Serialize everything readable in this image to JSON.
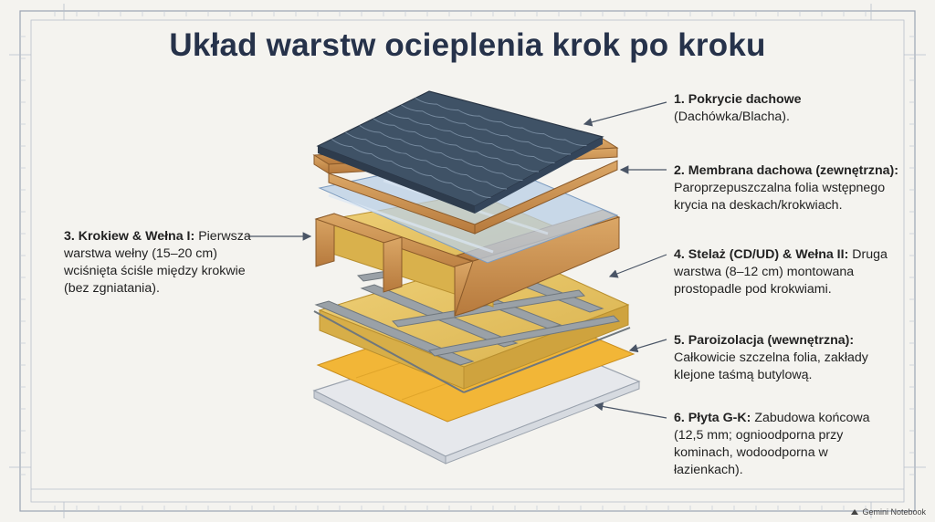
{
  "title": "Układ warstw ocieplenia krok po kroku",
  "labels": [
    {
      "heading": "1. Pokrycie dachowe",
      "text": "(Dachówka/Blacha)."
    },
    {
      "heading": "2. Membrana dachowa (zewnętrzna):",
      "text": "Paroprzepuszczalna folia wstępnego krycia na deskach/krokwiach."
    },
    {
      "heading": "3. Krokiew & Wełna I:",
      "text": "Pierwsza warstwa wełny (15–20 cm) wciśnięta ściśle między krokwie (bez zgniatania)."
    },
    {
      "heading": "4. Stelaż (CD/UD) & Wełna II:",
      "text": "Druga warstwa (8–12 cm) montowana prostopadle pod krokwiami."
    },
    {
      "heading": "5. Paroizolacja (wewnętrzna):",
      "text": "Całkowicie szczelna folia, zakłady klejone taśmą butylową."
    },
    {
      "heading": "6. Płyta G-K:",
      "text": "Zabudowa końcowa (12,5 mm; ognioodporna przy kominach, wodoodporna w łazienkach)."
    }
  ],
  "brand": "Gemini Notebook",
  "icons": [
    "gemini-notebook-icon"
  ],
  "colors": {
    "title": "#26324a",
    "tiles": "#3f5266",
    "membrane": "#b9cfe6",
    "wood": "#c98f4f",
    "wool": "#e8c86a",
    "profile": "#8e969c",
    "vapor": "#f2b637",
    "drywall": "#e6e8ec"
  }
}
